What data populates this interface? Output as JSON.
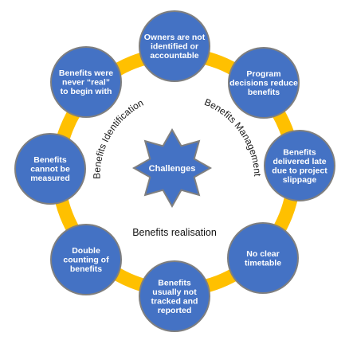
{
  "colors": {
    "ring": "#ffc000",
    "node_fill": "#4472c4",
    "node_stroke": "#7f7f7f",
    "text_dark": "#1a1a1a"
  },
  "center": {
    "label": "Challenges",
    "icon": "eight-point-star-icon"
  },
  "labels": {
    "identification": "Benefits Identification",
    "management": "Benefits Management",
    "realisation": "Benefits realisation"
  },
  "nodes": [
    {
      "id": "owners",
      "lines": [
        "Owners are not",
        "identified or",
        "accountable"
      ]
    },
    {
      "id": "program-decisions",
      "lines": [
        "Program",
        "decisions reduce",
        "benefits"
      ]
    },
    {
      "id": "delivered-late",
      "lines": [
        "Benefits",
        "delivered late",
        "due to project",
        "slippage"
      ]
    },
    {
      "id": "no-timetable",
      "lines": [
        "No clear",
        "timetable"
      ]
    },
    {
      "id": "not-tracked",
      "lines": [
        "Benefits",
        "usually not",
        "tracked and",
        "reported"
      ]
    },
    {
      "id": "double-counting",
      "lines": [
        "Double",
        "counting of",
        "benefits"
      ]
    },
    {
      "id": "cannot-measure",
      "lines": [
        "Benefits",
        "cannot be",
        "measured"
      ]
    },
    {
      "id": "never-real",
      "lines": [
        "Benefits were",
        "never “real”",
        "to begin with"
      ]
    }
  ]
}
